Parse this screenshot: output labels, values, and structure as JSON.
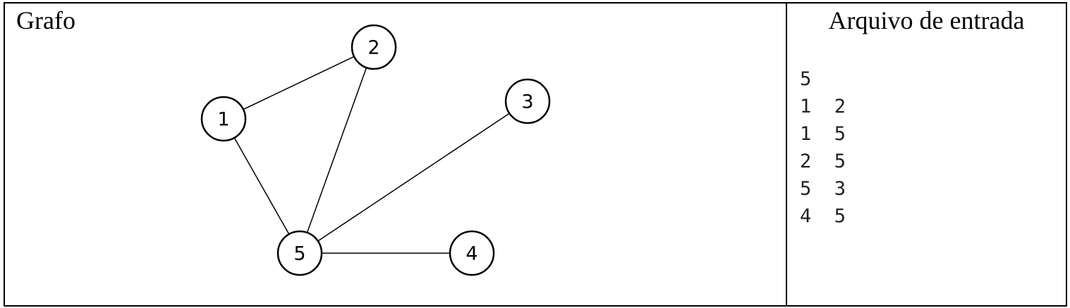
{
  "graph_panel": {
    "title": "Grafo"
  },
  "input_panel": {
    "title": "Arquivo de entrada",
    "lines": [
      "5",
      "1  2",
      "1  5",
      "2  5",
      "5  3",
      "4  5"
    ]
  },
  "graph": {
    "nodes": [
      {
        "id": "1",
        "label": "1"
      },
      {
        "id": "2",
        "label": "2"
      },
      {
        "id": "3",
        "label": "3"
      },
      {
        "id": "4",
        "label": "4"
      },
      {
        "id": "5",
        "label": "5"
      }
    ],
    "edges": [
      {
        "from": "1",
        "to": "2"
      },
      {
        "from": "1",
        "to": "5"
      },
      {
        "from": "2",
        "to": "5"
      },
      {
        "from": "5",
        "to": "3"
      },
      {
        "from": "4",
        "to": "5"
      }
    ]
  }
}
